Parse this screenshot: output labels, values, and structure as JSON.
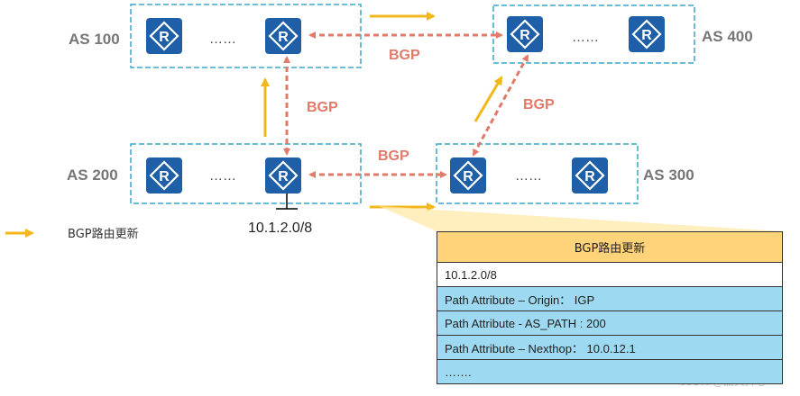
{
  "as": {
    "as100": "AS 100",
    "as200": "AS 200",
    "as300": "AS 300",
    "as400": "AS 400"
  },
  "router_icon_letter": "R",
  "ellipsis": "……",
  "bgp_label": "BGP",
  "network_prefix": "10.1.2.0/8",
  "legend": {
    "label": "BGP路由更新"
  },
  "update_table": {
    "title": "BGP路由更新",
    "rows": [
      "10.1.2.0/8",
      "Path Attribute – Origin： IGP",
      "Path Attribute - AS_PATH : 200",
      "Path Attribute – Nexthop： 10.0.12.1",
      "……."
    ]
  },
  "watermark": "CSDN @甜天开心",
  "colors": {
    "router_blue": "#1E5FA8",
    "as_border": "#3AA6C8",
    "bgp_link": "#E07A6A",
    "update_arrow": "#F2B71A",
    "table_header": "#FFD37A",
    "table_row_blue": "#9DD9F0"
  }
}
